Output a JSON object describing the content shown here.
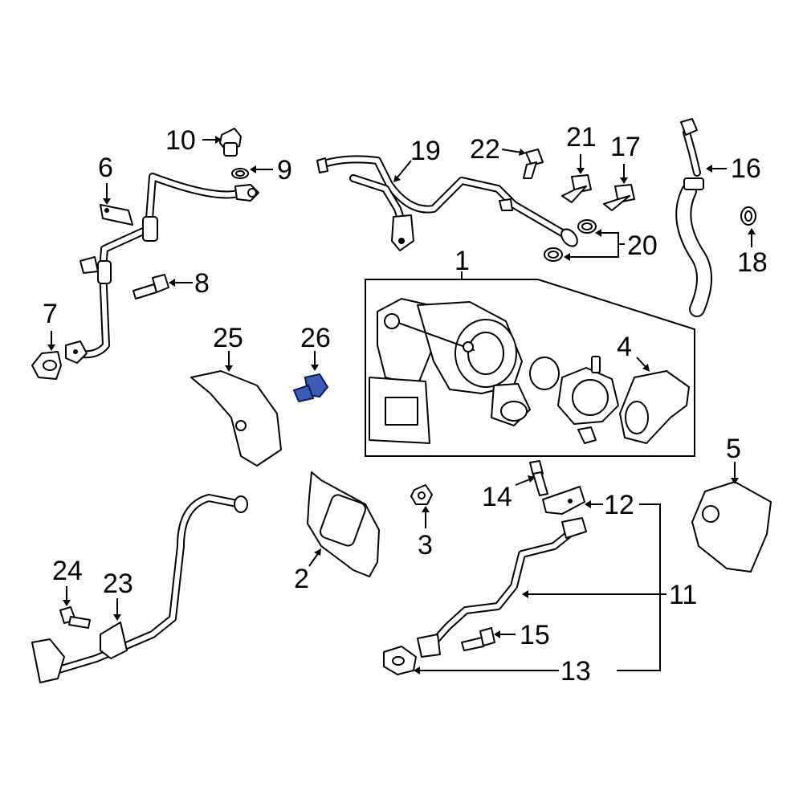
{
  "highlight_color": "#3b5bb5",
  "callouts": {
    "n1": "1",
    "n2": "2",
    "n3": "3",
    "n4": "4",
    "n5": "5",
    "n6": "6",
    "n7": "7",
    "n8": "8",
    "n9": "9",
    "n10": "10",
    "n11": "11",
    "n12": "12",
    "n13": "13",
    "n14": "14",
    "n15": "15",
    "n16": "16",
    "n17": "17",
    "n18": "18",
    "n19": "19",
    "n20": "20",
    "n21": "21",
    "n22": "22",
    "n23": "23",
    "n24": "24",
    "n25": "25",
    "n26": "26"
  }
}
